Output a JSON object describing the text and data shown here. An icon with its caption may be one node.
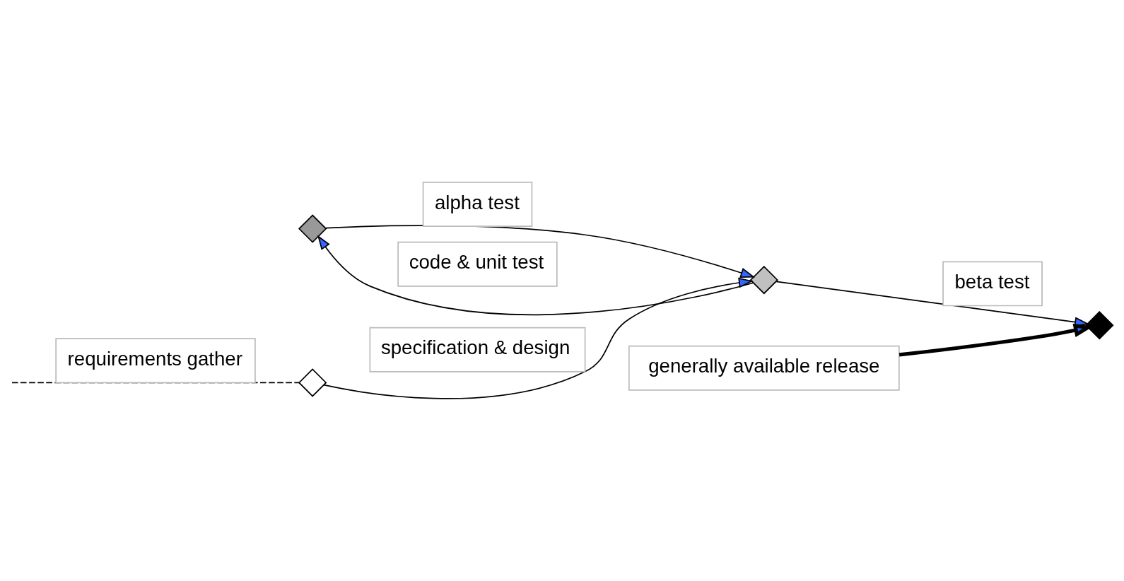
{
  "diagram": {
    "nodes": [
      {
        "text": [],
        "shape": "diamond"
      },
      {
        "text": [],
        "shape": "diamond"
      },
      {
        "text": [],
        "shape": "diamond"
      },
      {
        "text": [],
        "shape": "diamond"
      },
      {
        "text": [
          "generally available release"
        ]
      }
    ],
    "edges": [
      {
        "from": null,
        "to": 2,
        "arrow": "none",
        "style": "dashed",
        "label": "requirements gather"
      },
      {
        "from": 2,
        "to": 1,
        "arrow": "to",
        "label": "specification & design"
      },
      {
        "from": 1,
        "to": 0,
        "arrow": "to",
        "label": "code & unit test"
      },
      {
        "from": 0,
        "to": 1,
        "arrow": "to",
        "label": "alpha test"
      },
      {
        "from": 1,
        "to": 3,
        "arrow": "to",
        "label": "beta test"
      },
      {
        "from": 4,
        "to": 3,
        "arrow": "to",
        "style": "thick"
      }
    ]
  }
}
